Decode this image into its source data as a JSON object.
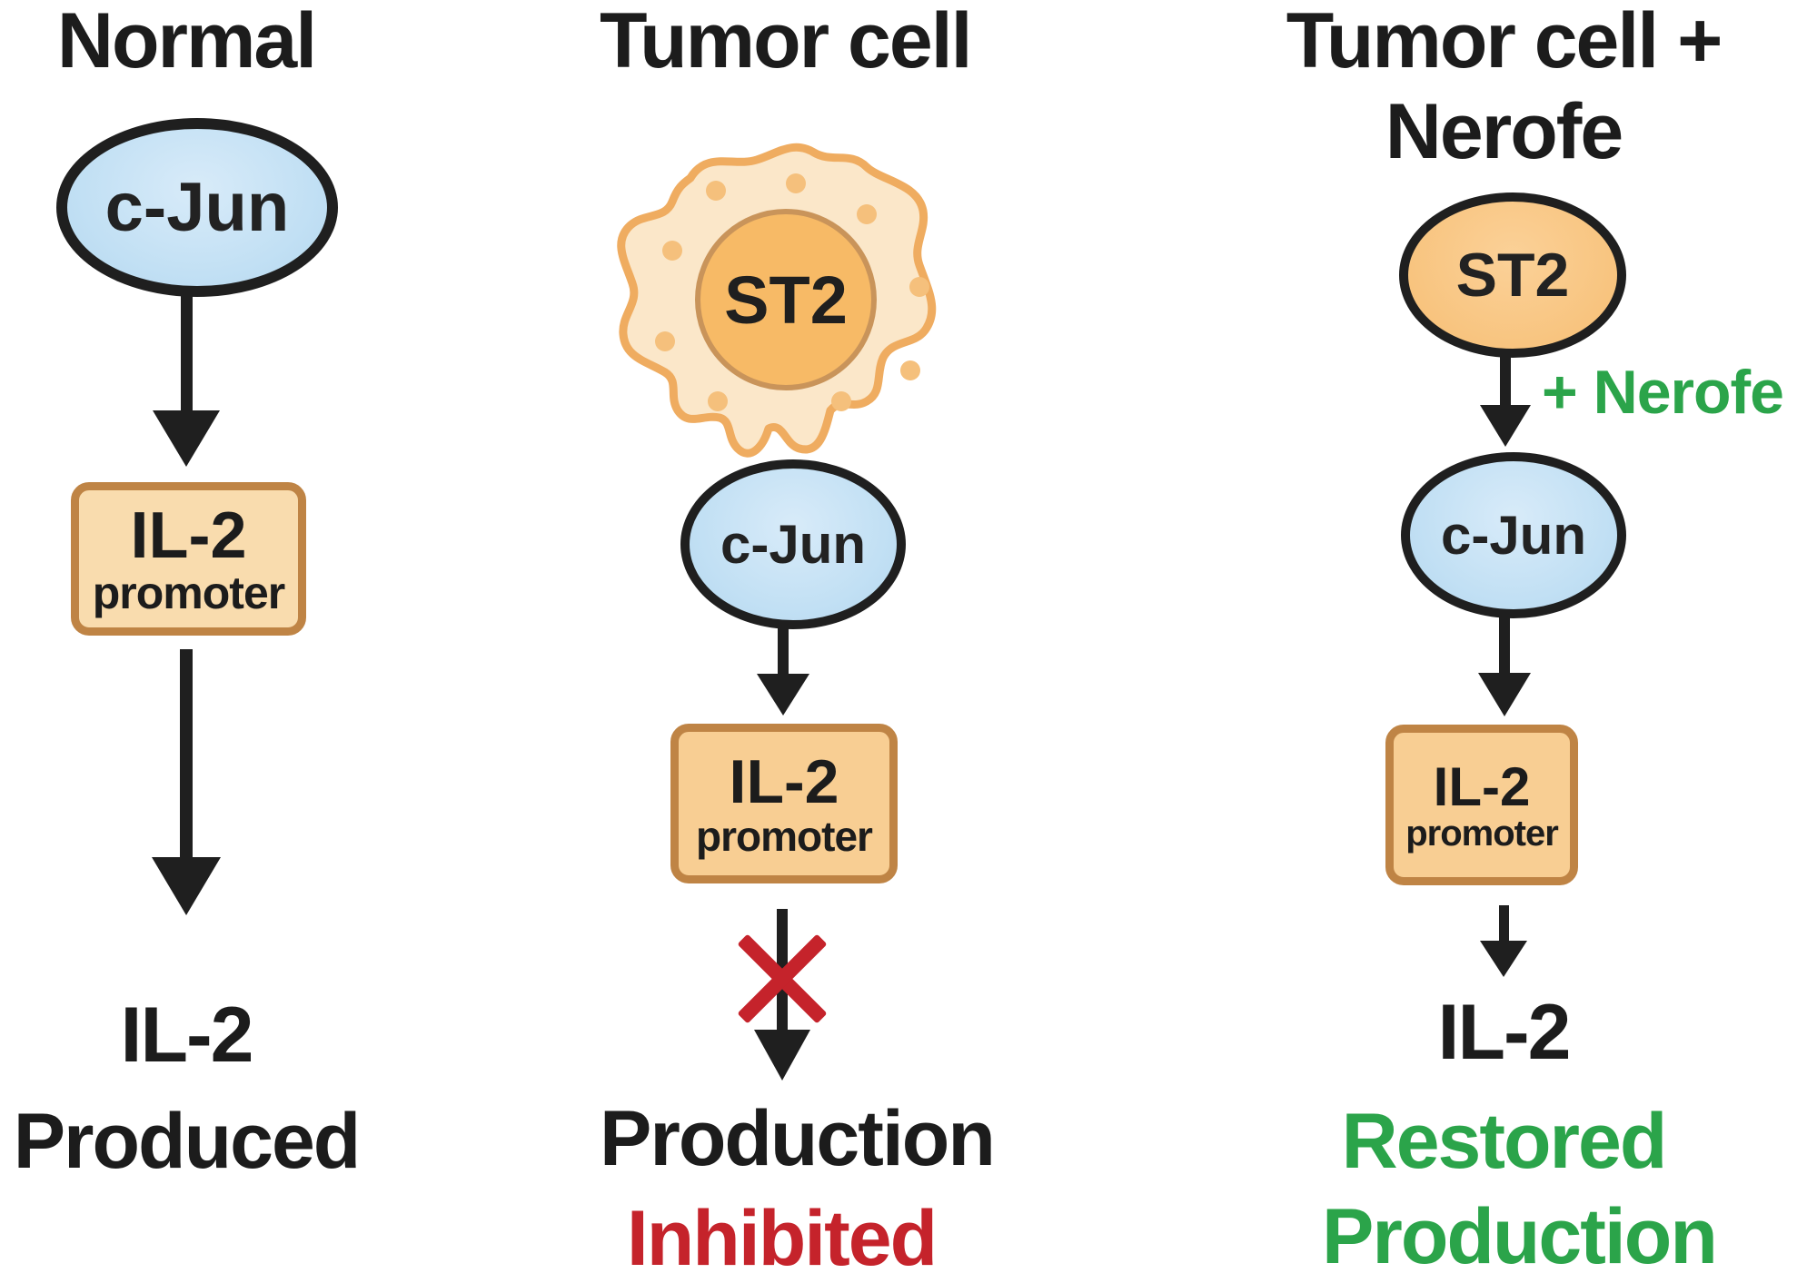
{
  "colors": {
    "accent_green": "#2ba44a",
    "accent_red": "#c5232b",
    "cjun_fill": "#c2e0f4",
    "node_outline": "#1f1f1f",
    "promoter_box_fill_normal": "#f9dcae",
    "promoter_box_fill_tumor": "#f8ce93",
    "promoter_box_border": "#bf8445",
    "tumor_blob_fill": "#fbe7c9",
    "tumor_blob_stroke": "#efac60",
    "tumor_dot_fill": "#f5c07c",
    "nucleus_fill": "#f7ba66",
    "nucleus_stroke": "#c9945a",
    "st2_ellipse_fill": "#f8c47f"
  },
  "normal": {
    "title": "Normal",
    "tf": "c-Jun",
    "box1": "IL-2",
    "box2": "promoter",
    "r1": "IL-2",
    "r2": "Produced"
  },
  "tumor": {
    "title": "Tumor cell",
    "receptor": "ST2",
    "tf": "c-Jun",
    "box1": "IL-2",
    "box2": "promoter",
    "r1": "Production",
    "r2": "Inhibited"
  },
  "nerofe": {
    "title1": "Tumor cell +",
    "title2": "Nerofe",
    "receptor": "ST2",
    "arrow_label": "+ Nerofe",
    "tf": "c-Jun",
    "box1": "IL-2",
    "box2": "promoter",
    "r1": "IL-2",
    "r2": "Restored",
    "r3": "Production"
  }
}
